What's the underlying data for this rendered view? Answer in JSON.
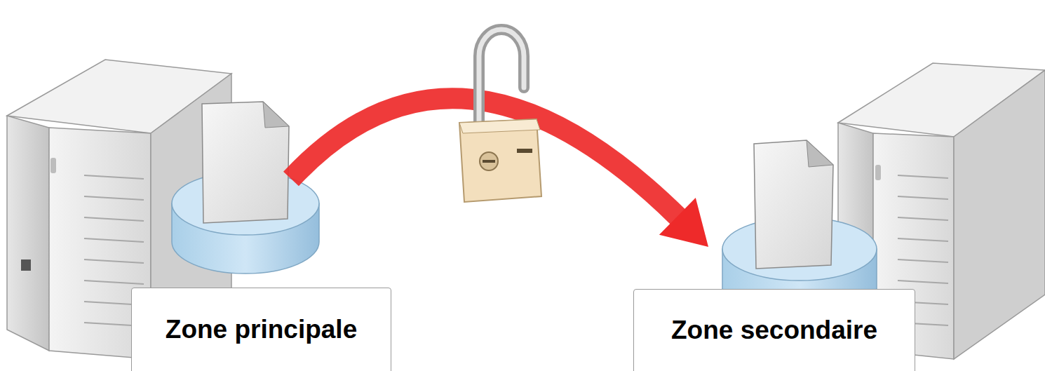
{
  "diagram": {
    "nodes": [
      {
        "text": [
          "Zone principale"
        ]
      },
      {
        "text": [
          "Zone secondaire"
        ]
      }
    ],
    "edges": [
      {
        "from": 0,
        "to": 1,
        "arrow": "to"
      }
    ]
  }
}
